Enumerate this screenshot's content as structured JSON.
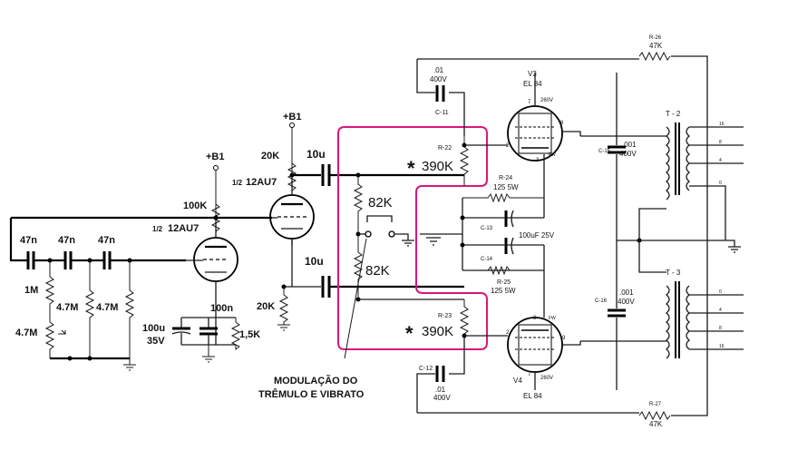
{
  "labels": {
    "c_47n_1": "47n",
    "c_47n_2": "47n",
    "c_47n_3": "47n",
    "r_1M": "1M",
    "r_4_7M_pot": "4.7M",
    "r_4_7M_a": "4.7M",
    "r_4_7M_b": "4.7M",
    "r_100K": "100K",
    "b1_left": "+B1",
    "tube_left": "12AU7",
    "tube_left_frac": "1/2",
    "c_100n": "100n",
    "c_100u": "100u",
    "v_35V": "35V",
    "r_1_5K": "1,5K",
    "b1_mid": "+B1",
    "r_20K_top": "20K",
    "tube_mid": "12AU7",
    "tube_mid_frac": "1/2",
    "c_10u_top": "10u",
    "c_10u_bot": "10u",
    "r_20K_bot": "20K",
    "r_82K_top": "82K",
    "r_82K_bot": "82K",
    "r_390K_top": "390K",
    "r_390K_bot": "390K",
    "asterisk": "*",
    "caption_line1": "MODULAÇÃO DO",
    "caption_line2": "TRÊMULO E VIBRATO",
    "c11_val1": ".01",
    "c11_val2": "400V",
    "c11_name": "C-11",
    "c12_val1": ".01",
    "c12_val2": "400V",
    "c12_name": "C-12",
    "r22": "R-22",
    "r23": "R-23",
    "v3_name": "V3",
    "v3_type": "EL 84",
    "v4_name": "V4",
    "v4_type": "EL 84",
    "v_260_top": "260V",
    "v_260_bot": "260V",
    "pin7_top": "7",
    "pin9_top": "9",
    "pin2_top": "2",
    "pin3_top": "3",
    "fw_top": "FW",
    "pin7_bot": "7",
    "pin9_bot": "9",
    "pin2_bot": "2",
    "pin3_bot": "3",
    "fw_bot": "FW",
    "r24_name": "R-24",
    "r24_val": "125 5W",
    "r25_name": "R-25",
    "r25_val": "125 5W",
    "c13": "C-13",
    "c14": "C-14",
    "c13_14_val": "100uF 25V",
    "c15_name": "C-15",
    "c15_val1": ".001",
    "c15_val2": "400V",
    "c16_name": "C-16",
    "c16_val1": ".001",
    "c16_val2": "400V",
    "r26_name": "R-26",
    "r26_val": "47K",
    "r27_name": "R-27",
    "r27_val": "47K",
    "t2": "T - 2",
    "t3": "T - 3",
    "t2_tap1": "16",
    "t2_tap2": "8",
    "t2_tap3": "4",
    "t2_tap4": "0",
    "t3_tap1": "0",
    "t3_tap2": "4",
    "t3_tap3": "8",
    "t3_tap4": "16"
  }
}
